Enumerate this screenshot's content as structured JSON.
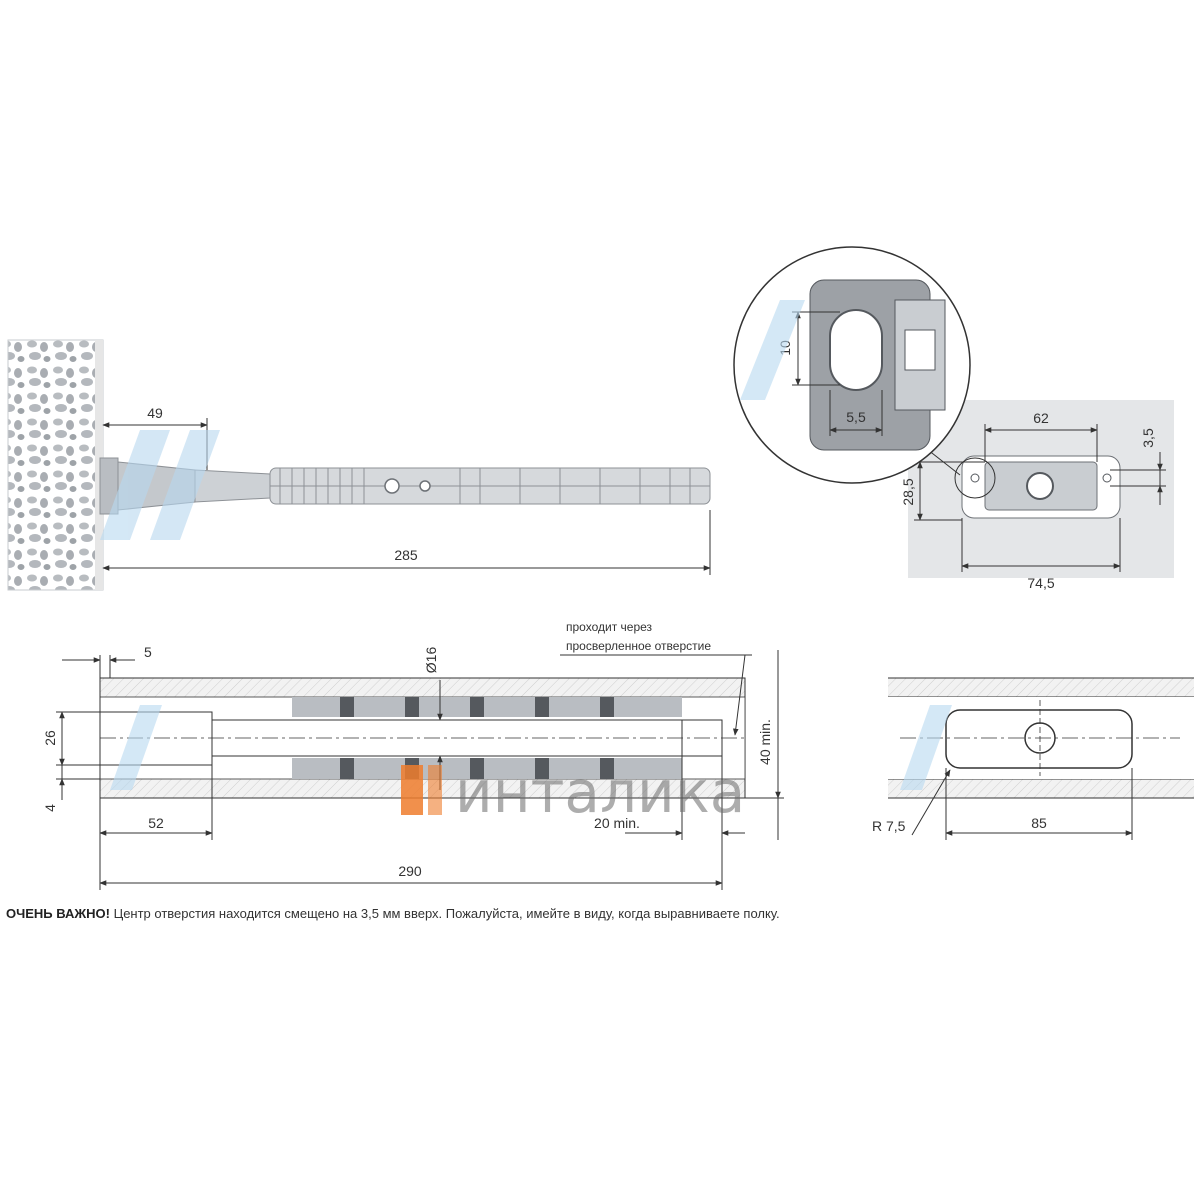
{
  "dimensions": {
    "top_49": "49",
    "top_285": "285",
    "detail_10": "10",
    "detail_5_5": "5,5",
    "plate_62": "62",
    "plate_3_5": "3,5",
    "plate_28_5": "28,5",
    "plate_74_5": "74,5",
    "sec_5": "5",
    "sec_d16": "Ø16",
    "sec_26": "26",
    "sec_4": "4",
    "sec_40min": "40 min.",
    "sec_52": "52",
    "sec_20min": "20 min.",
    "sec_290": "290",
    "slot_r": "R 7,5",
    "slot_85": "85"
  },
  "callout": {
    "line1": "проходит через",
    "line2": "просверленное отверстие"
  },
  "watermark": {
    "brand": "инталикa"
  },
  "note": {
    "bold": "ОЧЕНЬ ВАЖНО!",
    "text": " Центр отверстия находится смещено на 3,5 мм вверх. Пожалуйста, имейте в виду, когда выравниваете полку."
  },
  "colors": {
    "line": "#333333",
    "part_grey": "#b9bdc2",
    "part_dark": "#55595e",
    "watermark_blue": "#b8d8f0",
    "brand_orange": "#ef7d2d",
    "brand_grey": "#6b6b6b"
  }
}
